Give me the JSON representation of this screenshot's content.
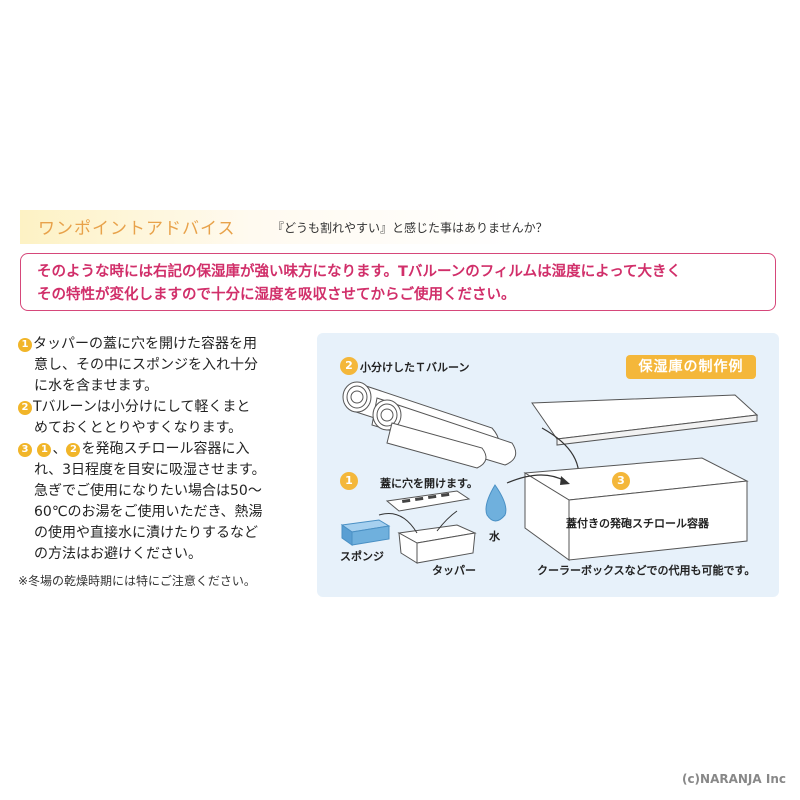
{
  "header": {
    "title": "ワンポイントアドバイス",
    "question": "『どうも割れやすい』と感じた事はありませんか？"
  },
  "notice": {
    "line1": "そのような時には右記の保湿庫が強い味方になります。Tバルーンのフィルムは湿度によって大きく",
    "line2": "その特性が変化しますので十分に湿度を吸収させてからご使用ください。"
  },
  "steps": {
    "s1_num": "1",
    "s1_l1": "タッパーの蓋に穴を開けた容器を用",
    "s1_l2": "意し、その中にスポンジを入れ十分",
    "s1_l3": "に水を含ませます。",
    "s2_num": "2",
    "s2_l1": "Tバルーンは小分けにして軽くまと",
    "s2_l2": "めておくととりやすくなります。",
    "s3_num": "3",
    "s3_ref1": "1",
    "s3_sep": "、",
    "s3_ref2": "2",
    "s3_l1": "を発砲スチロール容器に入",
    "s3_l2": "れ、3日程度を目安に吸湿させます。",
    "s3_l3": "急ぎでご使用になりたい場合は50～",
    "s3_l4": "60℃のお湯をご使用いただき、熱湯",
    "s3_l5": "の使用や直接水に漬けたりするなど",
    "s3_l6": "の方法はお避けください。"
  },
  "note": "※冬場の乾燥時期には特にご注意ください。",
  "illustration": {
    "title": "保湿庫の制作例",
    "num1": "1",
    "num2": "2",
    "num3": "3",
    "label_balloons": "小分けしたＴバルーン",
    "label_lid": "蓋に穴を開けます。",
    "label_water": "水",
    "label_sponge": "スポンジ",
    "label_tupper": "タッパー",
    "label_box": "蓋付きの発砲スチロール容器",
    "label_cooler": "クーラーボックスなどでの代用も可能です。"
  },
  "copyright": "(c)NARANJA Inc",
  "colors": {
    "accent_pink": "#d12f6a",
    "accent_orange": "#f4b73a",
    "panel_blue": "#e7f1fa",
    "sponge_blue": "#6fb0dd"
  }
}
